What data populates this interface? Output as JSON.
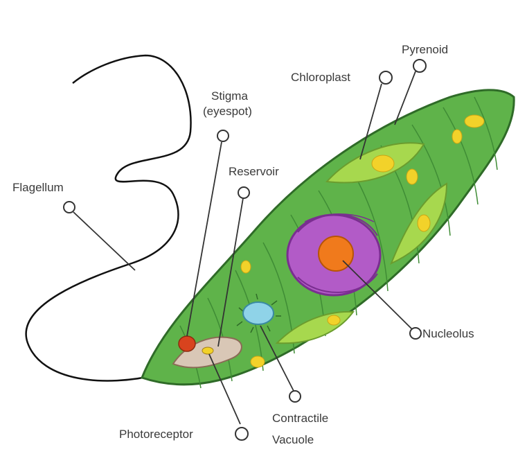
{
  "labels": {
    "flagellum": "Flagellum",
    "stigma_line1": "Stigma",
    "stigma_line2": "(eyespot)",
    "reservoir": "Reservoir",
    "chloroplast": "Chloroplast",
    "pyrenoid": "Pyrenoid",
    "nucleolus": "Nucleolus",
    "contractile_line1": "Contractile",
    "contractile_line2": "Vacuole",
    "photoreceptor": "Photoreceptor"
  },
  "colors": {
    "cell_body": "#5fb34a",
    "cell_outline": "#2f6b28",
    "chloroplast": "#a7d84e",
    "pyrenoid": "#f2d22a",
    "nucleus": "#b25bc7",
    "nucleolus": "#f07a1c",
    "contractile_vacuole": "#8fd3e8",
    "stigma": "#d8431e",
    "reservoir": "#d9c7b6"
  }
}
